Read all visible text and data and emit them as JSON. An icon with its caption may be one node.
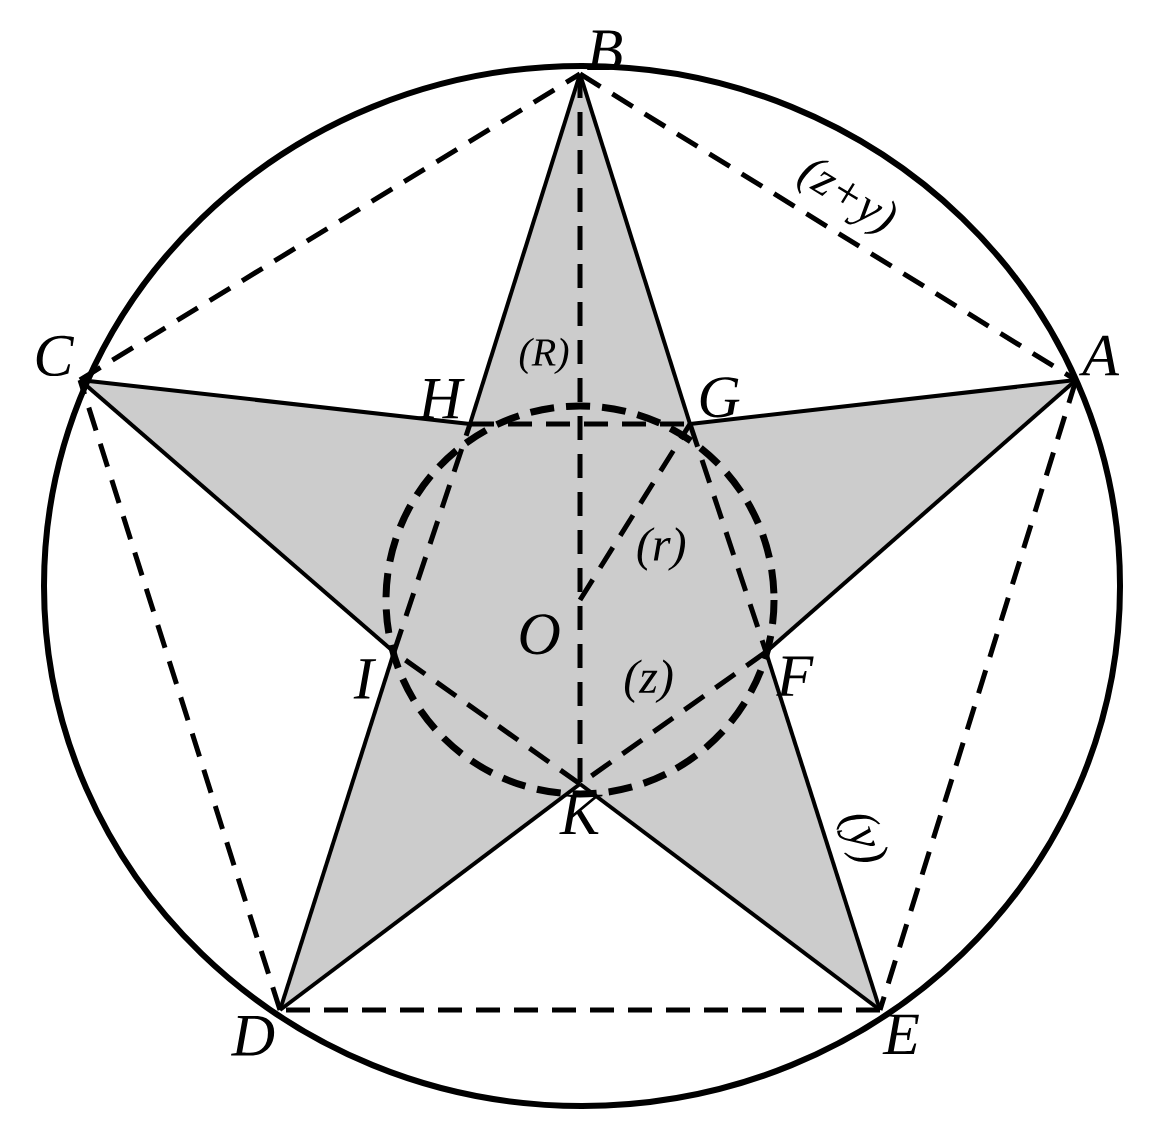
{
  "diagram": {
    "nodes": [
      {
        "text": [
          "B"
        ]
      },
      {
        "text": [
          "A"
        ]
      },
      {
        "text": [
          "C"
        ]
      },
      {
        "text": [
          "H"
        ]
      },
      {
        "text": [
          "G"
        ]
      },
      {
        "text": [
          "O"
        ]
      },
      {
        "text": [
          "I"
        ]
      },
      {
        "text": [
          "F"
        ]
      },
      {
        "text": [
          "K"
        ]
      },
      {
        "text": [
          "D"
        ]
      },
      {
        "text": [
          "E"
        ]
      }
    ],
    "edges": [
      {
        "from": 0,
        "to": 4,
        "arrow": "none"
      },
      {
        "from": 4,
        "to": 1,
        "arrow": "none"
      },
      {
        "from": 1,
        "to": 7,
        "arrow": "none"
      },
      {
        "from": 7,
        "to": 10,
        "arrow": "none",
        "label": "(y)"
      },
      {
        "from": 10,
        "to": 8,
        "arrow": "none"
      },
      {
        "from": 8,
        "to": 9,
        "arrow": "none"
      },
      {
        "from": 9,
        "to": 6,
        "arrow": "none"
      },
      {
        "from": 6,
        "to": 2,
        "arrow": "none"
      },
      {
        "from": 2,
        "to": 3,
        "arrow": "none"
      },
      {
        "from": 3,
        "to": 0,
        "arrow": "none"
      },
      {
        "from": 0,
        "to": 1,
        "arrow": "none",
        "style": "dashed",
        "label": "(z+y)"
      },
      {
        "from": 1,
        "to": 10,
        "arrow": "none",
        "style": "dashed"
      },
      {
        "from": 10,
        "to": 9,
        "arrow": "none",
        "style": "dashed"
      },
      {
        "from": 9,
        "to": 2,
        "arrow": "none",
        "style": "dashed"
      },
      {
        "from": 2,
        "to": 0,
        "arrow": "none",
        "style": "dashed"
      },
      {
        "from": 0,
        "to": 8,
        "arrow": "none",
        "style": "dashed"
      },
      {
        "from": 3,
        "to": 4,
        "arrow": "none",
        "style": "dashed"
      },
      {
        "from": 4,
        "to": 7,
        "arrow": "none",
        "style": "dashed"
      },
      {
        "from": 7,
        "to": 8,
        "arrow": "none",
        "style": "dashed",
        "label": "(z)"
      },
      {
        "from": 8,
        "to": 6,
        "arrow": "none",
        "style": "dashed"
      },
      {
        "from": 6,
        "to": 3,
        "arrow": "none",
        "style": "dashed"
      },
      {
        "from": 5,
        "to": 4,
        "arrow": "none",
        "style": "dashed",
        "label": "(r)"
      }
    ],
    "labels": [
      "(R)"
    ]
  }
}
